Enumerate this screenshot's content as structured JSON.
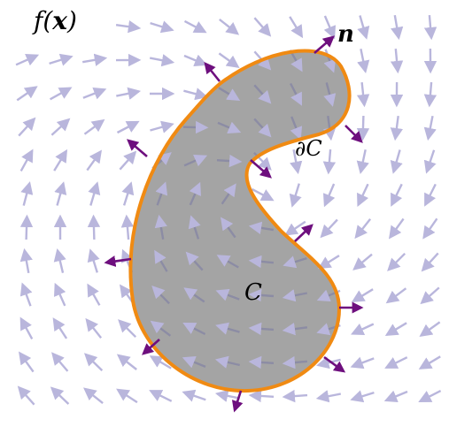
{
  "labels": {
    "field": "f(x)",
    "field_func": "f(",
    "field_var": "x",
    "field_close": ")",
    "normal": "n",
    "boundary": "∂C",
    "region": "C"
  },
  "colors": {
    "field_arrow": "#b9b6dc",
    "field_arrow_inside": "#8c8ca4",
    "region_fill": "#a4a4a4",
    "boundary_stroke": "#f08a12",
    "normal_arrow": "#6e0f7e",
    "text": "#000000"
  }
}
